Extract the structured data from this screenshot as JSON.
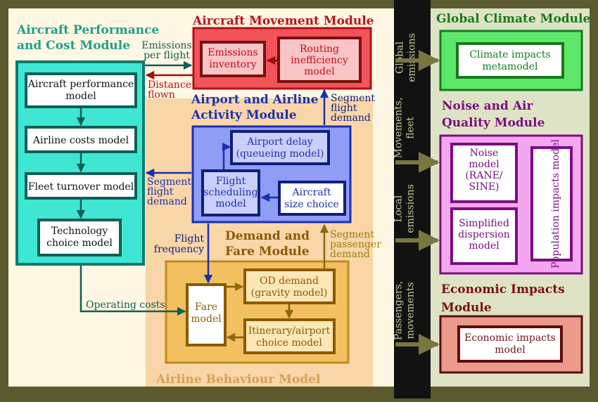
{
  "modules": {
    "aircraft_performance": {
      "title": [
        "Aircraft Performance",
        "and Cost Module"
      ],
      "color": "#1e9e8c"
    },
    "aircraft_movement": {
      "title": "Aircraft Movement Module",
      "color": "#c0101a"
    },
    "airport_airline": {
      "title": [
        "Airport and Airline",
        "Activity Module"
      ],
      "color": "#1b2fb0"
    },
    "demand_fare": {
      "title": [
        "Demand and",
        "Fare Module"
      ],
      "color": "#8a5a00"
    },
    "airline_behaviour": {
      "title": "Airline Behaviour Model",
      "color": "#d3a25a"
    },
    "global_climate": {
      "title": "Global Climate Module",
      "color": "#157a1e"
    },
    "noise_air_quality": {
      "title": [
        "Noise and Air",
        "Quality Module"
      ],
      "color": "#7a0f80"
    },
    "economic_impacts": {
      "title": [
        "Economic Impacts",
        "Module"
      ],
      "color": "#7a1010"
    }
  },
  "models": {
    "aircraft_performance_model": [
      "Aircraft performance",
      "model"
    ],
    "airline_costs_model": [
      "Airline costs model"
    ],
    "fleet_turnover_model": [
      "Fleet turnover model"
    ],
    "technology_choice_model": [
      "Technology",
      "choice model"
    ],
    "emissions_inventory": [
      "Emissions",
      "inventory"
    ],
    "routing_inefficiency_model": [
      "Routing",
      "inefficiency",
      "model"
    ],
    "airport_delay": [
      "Airport delay",
      "(queueing model)"
    ],
    "flight_scheduling_model": [
      "Flight",
      "scheduling",
      "model"
    ],
    "aircraft_size_choice": [
      "Aircraft",
      "size choice"
    ],
    "fare_model": [
      "Fare",
      "model"
    ],
    "od_demand": [
      "OD demand",
      "(gravity model)"
    ],
    "itinerary_airport_choice": [
      "Itinerary/airport",
      "choice model"
    ],
    "climate_impacts_metamodel": [
      "Climate impacts",
      "metamodel"
    ],
    "noise_model": [
      "Noise",
      "model",
      "(RANE/",
      "SINE)"
    ],
    "simplified_dispersion_model": [
      "Simplified",
      "dispersion",
      "model"
    ],
    "population_impacts_model": "Population impacts model",
    "economic_impacts_model": [
      "Economic impacts",
      "model"
    ]
  },
  "flow_labels": {
    "emissions_per_flight": [
      "Emissions",
      "per flight"
    ],
    "distance_flown": [
      "Distance",
      "flown"
    ],
    "segment_flight_demand_up": [
      "Segment",
      "flight",
      "demand"
    ],
    "segment_flight_demand_left": [
      "Segment",
      "flight",
      "demand"
    ],
    "flight_frequency": [
      "Flight",
      "frequency"
    ],
    "segment_passenger_demand": [
      "Segment",
      "passenger",
      "demand"
    ],
    "operating_costs": "Operating costs"
  },
  "output_channels": {
    "global_emissions": [
      "Global",
      "emissions"
    ],
    "movements_fleet": [
      "Movements,",
      "fleet"
    ],
    "local_emissions": [
      "Local",
      "emissions"
    ],
    "passengers_movements": [
      "Passengers,",
      "movements"
    ]
  }
}
